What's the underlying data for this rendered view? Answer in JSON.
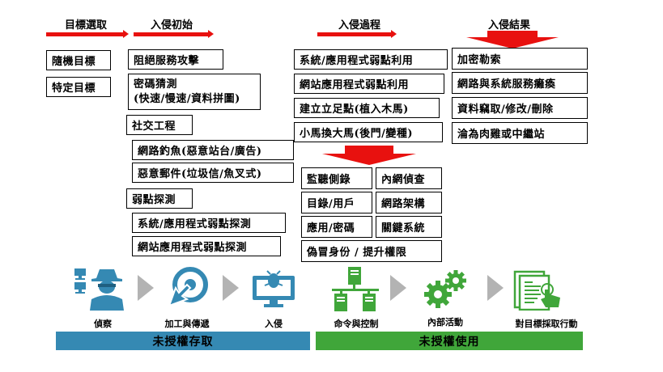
{
  "colors": {
    "arrow_red": "#e8110f",
    "blue": "#3589b3",
    "green": "#40a63a",
    "chevron_gray": "#b3b3b3"
  },
  "stages": {
    "target_selection": {
      "title": "目標選取",
      "items": [
        "隨機目標",
        "特定目標"
      ]
    },
    "intrusion_start": {
      "title": "入侵初始",
      "items": [
        "阻絕服務攻擊",
        "密碼猜測",
        "(快速/慢速/資料拼圖)",
        "社交工程",
        "網路釣魚(惡意站台/廣告)",
        "惡意郵件(垃圾信/魚叉式)",
        "弱點探測",
        "系統/應用程式弱點探測",
        "網站應用程式弱點探測"
      ]
    },
    "intrusion_process": {
      "title": "入侵過程",
      "items": [
        "系統/應用程式弱點利用",
        "網站應用程式弱點利用",
        "建立立足點(植入木馬)",
        "小馬換大馬(後門/變種)"
      ],
      "sub_items": [
        "監聽側錄",
        "內網偵查",
        "目錄/用戶",
        "網路架構",
        "應用/密碼",
        "關鍵系統",
        "偽冒身份 / 提升權限"
      ]
    },
    "intrusion_result": {
      "title": "入侵結果",
      "items": [
        "加密勒索",
        "網路與系統服務癱瘓",
        "資料竊取/修改/刪除",
        "淪為肉雞或中繼站"
      ]
    }
  },
  "phases": [
    {
      "label": "偵察",
      "icon": "spy-icon"
    },
    {
      "label": "加工與傳遞",
      "icon": "target-cursor-icon"
    },
    {
      "label": "入侵",
      "icon": "bug-monitor-icon"
    },
    {
      "label": "命令與控制",
      "icon": "server-network-icon"
    },
    {
      "label": "內部活動",
      "icon": "gears-icon"
    },
    {
      "label": "對目標採取行動",
      "icon": "document-touch-icon"
    }
  ],
  "bands": {
    "unauthorized_access": "未授權存取",
    "unauthorized_use": "未授權使用"
  }
}
